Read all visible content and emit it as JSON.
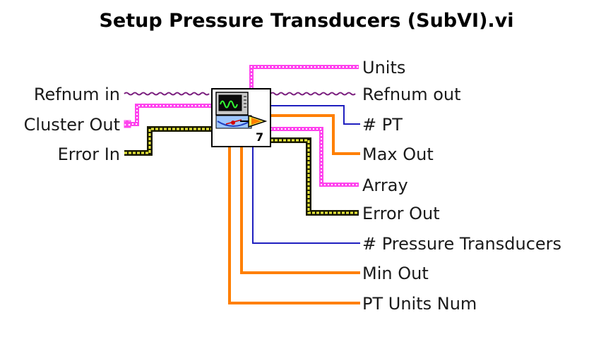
{
  "title": "Setup Pressure Transducers (SubVI).vi",
  "inputs": {
    "refnum_in": "Refnum in",
    "cluster_out": "Cluster Out",
    "error_in": "Error In"
  },
  "outputs": {
    "units": "Units",
    "refnum_out": "Refnum out",
    "num_pt": "# PT",
    "max_out": "Max Out",
    "array": "Array",
    "error_out": "Error Out",
    "num_pressure_transducers": "# Pressure Transducers",
    "min_out": "Min Out",
    "pt_units_num": "PT Units Num"
  },
  "icon": {
    "badge_number": "7"
  },
  "colors": {
    "string_wire": "#ff44ee",
    "refnum_wire": "#7a1e7e",
    "numeric_dbl_wire": "#ff7f00",
    "numeric_int_wire": "#1f1fbf",
    "error_wire_outer": "#1a1a00",
    "error_wire_inner": "#e8e83a"
  }
}
